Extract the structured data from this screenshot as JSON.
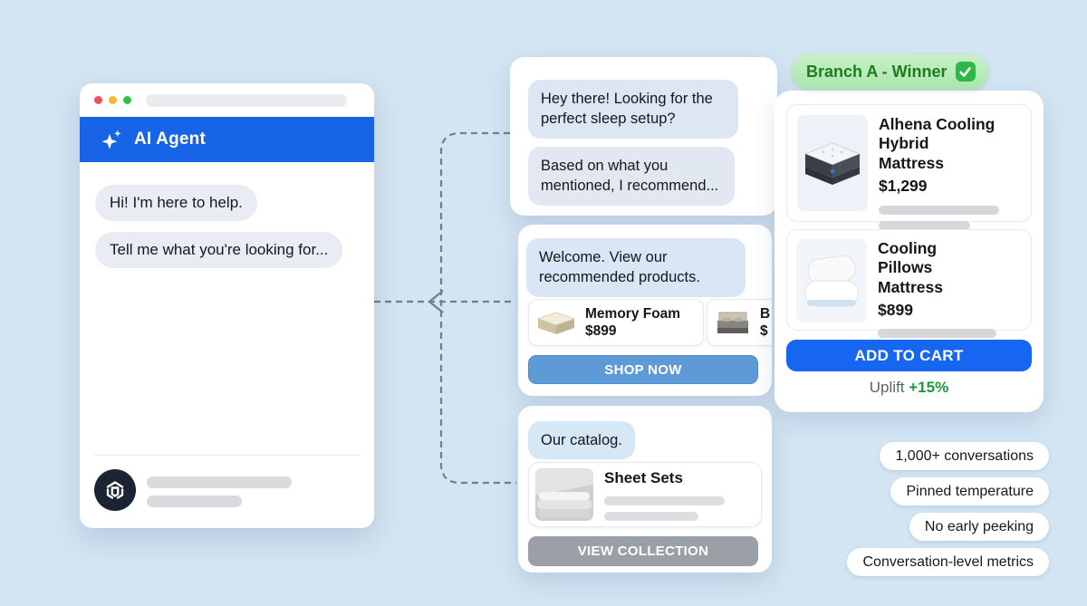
{
  "agent_window": {
    "title": "AI Agent",
    "messages": [
      "Hi! I'm here to help.",
      "Tell me what you're looking for..."
    ]
  },
  "flow": {
    "branch_top": {
      "messages": [
        "Hey there! Looking for the perfect sleep setup?",
        "Based on what you mentioned, I recommend..."
      ]
    },
    "branch_recommend": {
      "message": "Welcome. View our recommended products.",
      "products": [
        {
          "name": "Memory Foam",
          "price": "$899"
        },
        {
          "name": "B",
          "price": "$"
        }
      ],
      "cta": "SHOP NOW"
    },
    "branch_catalog": {
      "message": "Our catalog.",
      "products": [
        {
          "name": "Sheet Sets"
        }
      ],
      "cta": "VIEW COLLECTION"
    }
  },
  "winner": {
    "badge": "Branch A - Winner",
    "products": [
      {
        "name": "Alhena Cooling Hybrid Mattress",
        "price": "$1,299"
      },
      {
        "name": "Cooling Pillows Mattress",
        "price": "$899"
      }
    ],
    "cta": "ADD TO CART",
    "uplift_label": "Uplift",
    "uplift_value": "+15%"
  },
  "metrics": [
    "1,000+ conversations",
    "Pinned temperature",
    "No early peeking",
    "Conversation-level metrics"
  ],
  "colors": {
    "background": "#d3e4f2",
    "header_blue": "#1765e6",
    "shop_now_blue": "#5e9ad6",
    "collection_gray": "#9aa0a6",
    "add_to_cart_blue": "#1766f2",
    "winner_badge_green": "#b7ecb9",
    "winner_text_green": "#1e7c1e",
    "uplift_green": "#179a3d",
    "connector_gray": "#6d7f94"
  }
}
